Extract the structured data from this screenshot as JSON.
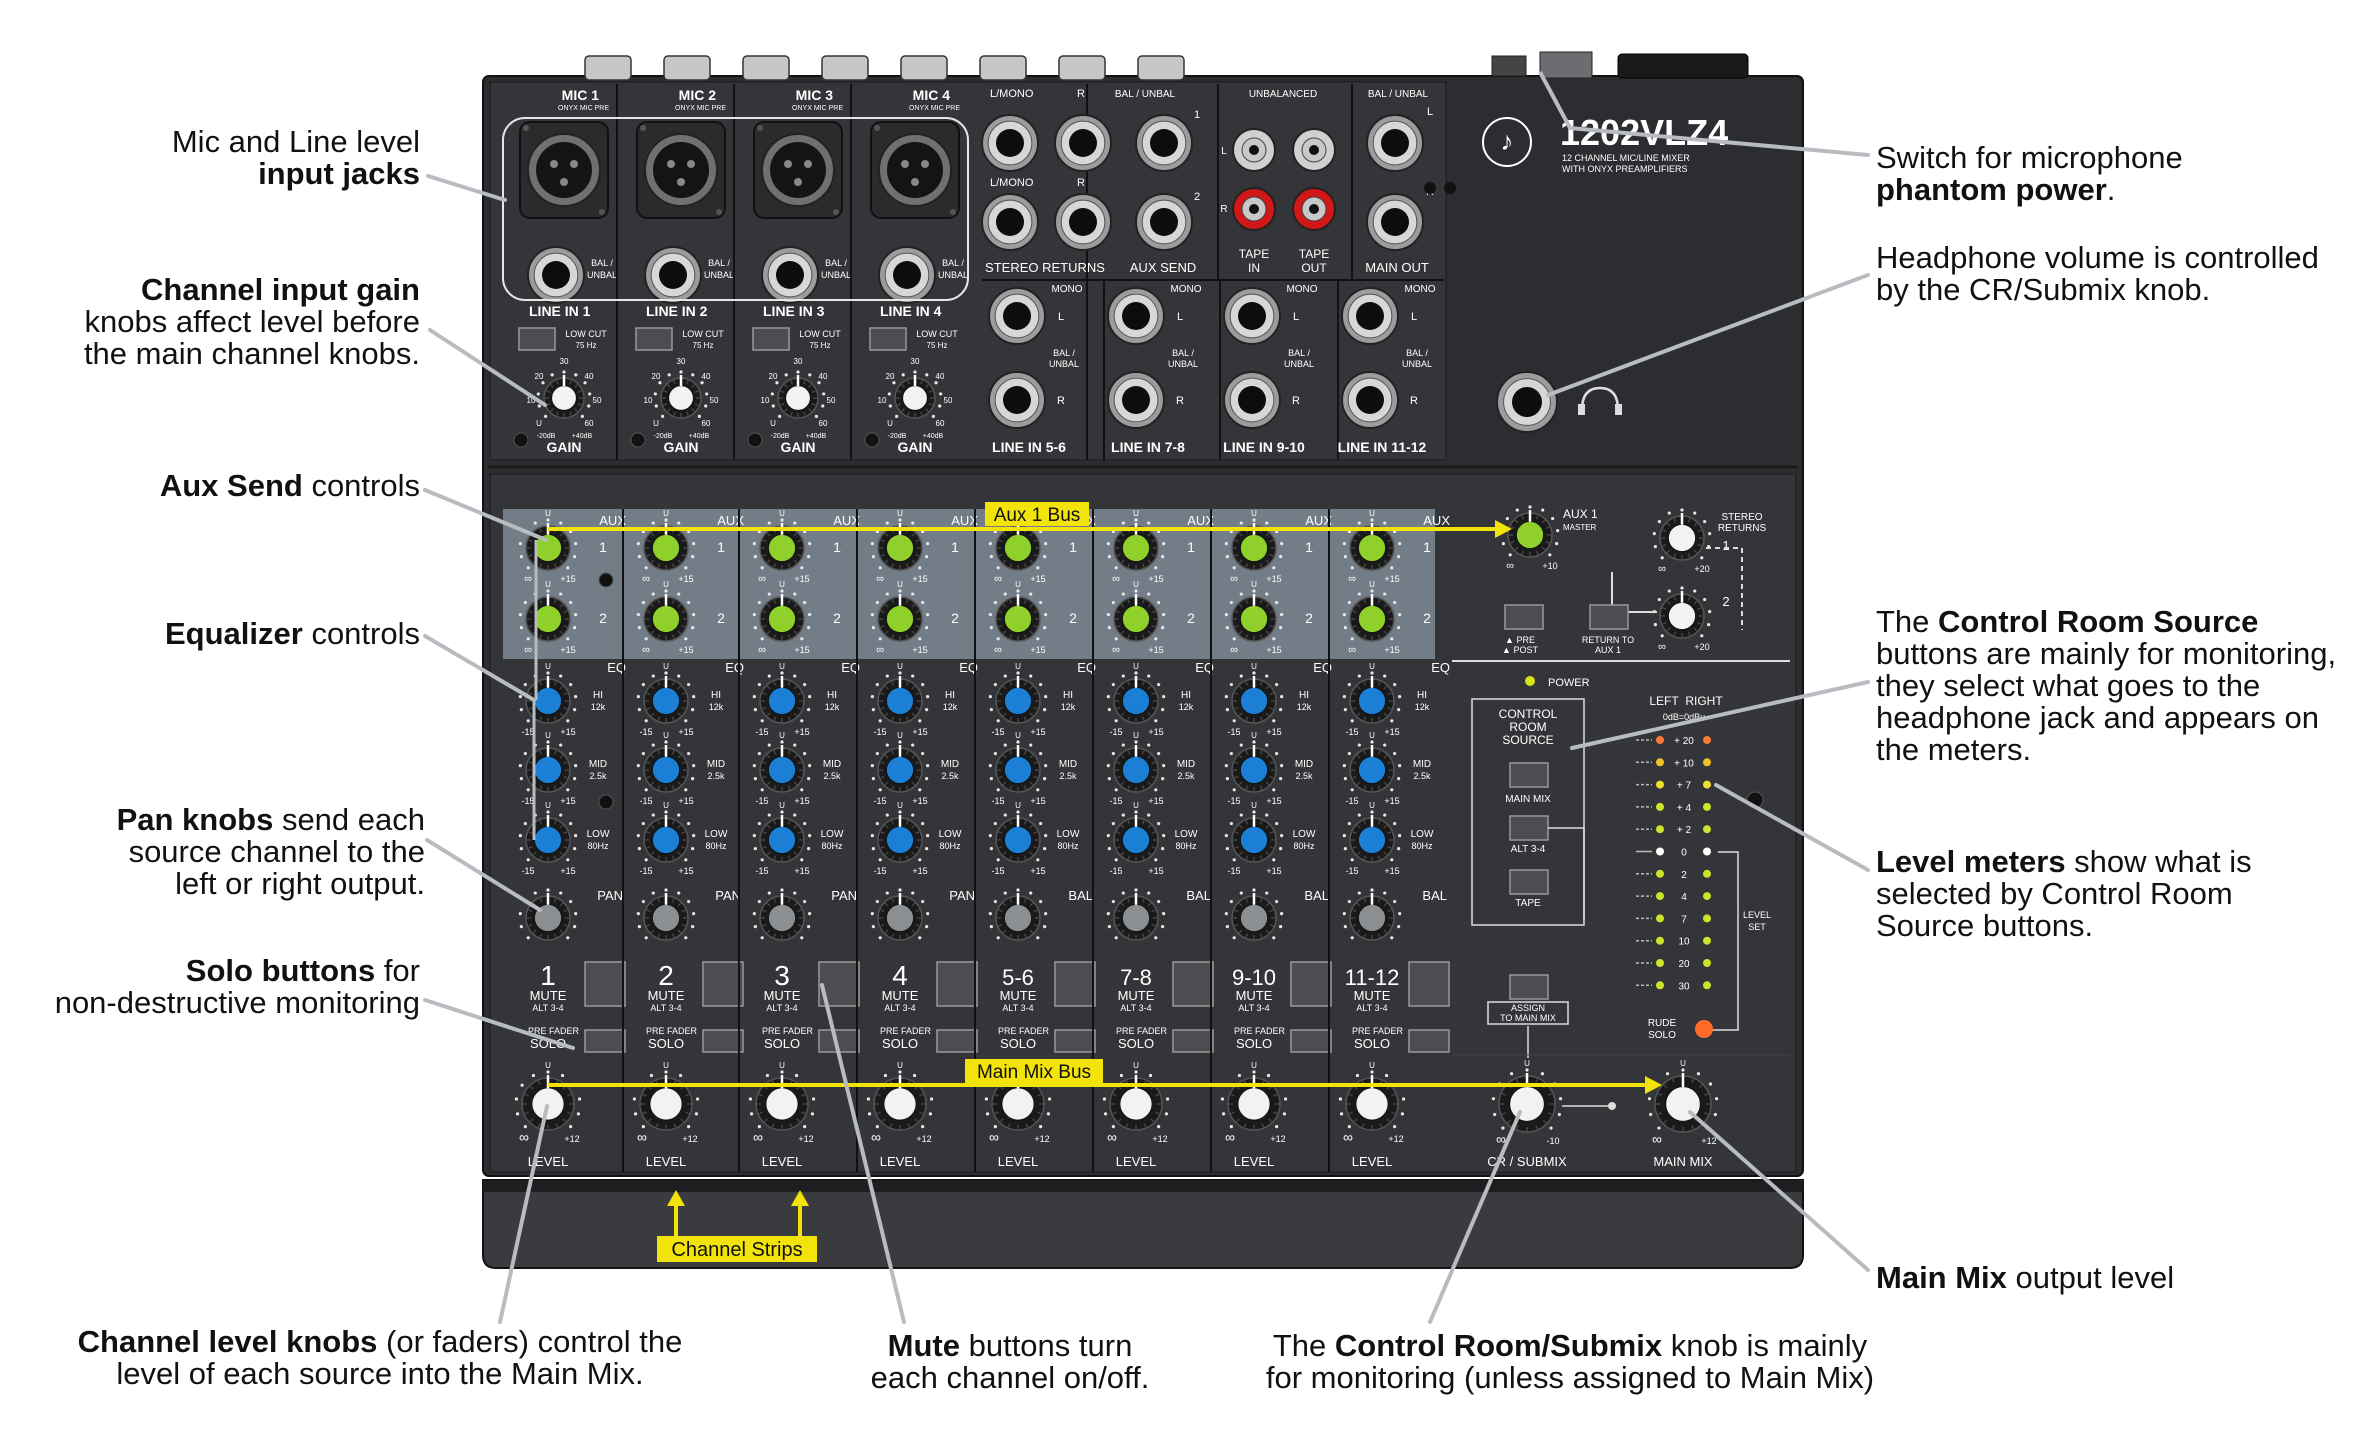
{
  "colors": {
    "panel": "#333538",
    "panel_dark": "#232426",
    "aux_band": "#8a96a3",
    "label": "#ffffff",
    "bus": "#f2e30b",
    "aux_knob": "#8fd12a",
    "eq_knob": "#1b7fd6",
    "pan_knob": "#8c8f92",
    "level_knob": "#f2f2f2",
    "rca_red": "#d11717"
  },
  "product": {
    "model": "1202VLZ4",
    "subtitle_1": "12 CHANNEL MIC/LINE MIXER",
    "subtitle_2": "WITH ONYX PREAMPLIFIERS",
    "power_label": "POWER"
  },
  "top_panel": {
    "mic_labels": [
      "MIC 1",
      "MIC 2",
      "MIC 3",
      "MIC 4"
    ],
    "mic_sub": "ONYX MIC PRE",
    "line_labels": [
      "LINE IN 1",
      "LINE IN 2",
      "LINE IN 3",
      "LINE IN 4"
    ],
    "bal_unbal": [
      "BAL /",
      "UNBAL"
    ],
    "low_cut": [
      "LOW CUT",
      "75 Hz"
    ],
    "gain_label": "GAIN",
    "gain_ticks": [
      "20",
      "30",
      "40",
      "10",
      "50",
      "U",
      "60"
    ],
    "gain_range": [
      "-20dB",
      "+40dB"
    ],
    "stereo_returns_header_1": "L/MONO",
    "stereo_returns_header_2": "L/MONO",
    "r_label": "R",
    "r_label_2": "R",
    "num_1": "1",
    "num_2": "2",
    "stereo_returns_label": "STEREO RETURNS",
    "aux_send_header": "BAL / UNBAL",
    "aux_send_label": "AUX SEND",
    "unbalanced_label": "UNBALANCED",
    "tape_in": [
      "TAPE",
      "IN"
    ],
    "tape_out": [
      "TAPE",
      "OUT"
    ],
    "main_out_header": "BAL / UNBAL",
    "main_out_label": "MAIN OUT",
    "lr": [
      "L",
      "R"
    ],
    "mono_label": "MONO",
    "stereo_line_labels": [
      "LINE IN 5-6",
      "LINE IN 7-8",
      "LINE IN 9-10",
      "LINE IN 11-12"
    ]
  },
  "strips": {
    "aux_label": "AUX",
    "eq_label": "EQ",
    "hi": [
      "HI",
      "12k"
    ],
    "mid": [
      "MID",
      "2.5k"
    ],
    "low": [
      "LOW",
      "80Hz"
    ],
    "aux_nums": [
      "1",
      "2"
    ],
    "pan_label": "PAN",
    "bal_label": "BAL",
    "names": [
      "1",
      "2",
      "3",
      "4",
      "5-6",
      "7-8",
      "9-10",
      "11-12"
    ],
    "mute": [
      "MUTE",
      "ALT 3-4"
    ],
    "pre_fader": "PRE FADER",
    "solo": "SOLO",
    "level": "LEVEL",
    "inf": "∞",
    "plus12": "+12",
    "plus15": "+15",
    "minus15": "-15",
    "u": "U"
  },
  "master": {
    "aux1": [
      "AUX 1",
      "MASTER"
    ],
    "stereo_returns": [
      "STEREO",
      "RETURNS"
    ],
    "pre_post": [
      "▲ PRE",
      "▲ POST"
    ],
    "return_to_aux": [
      "RETURN TO",
      "AUX 1"
    ],
    "control_room": [
      "CONTROL",
      "ROOM",
      "SOURCE"
    ],
    "cr_buttons": [
      "MAIN MIX",
      "ALT 3-4",
      "TAPE"
    ],
    "assign": [
      "ASSIGN",
      "TO MAIN MIX"
    ],
    "meter_header": [
      "LEFT",
      "RIGHT"
    ],
    "meter_ref": "0dB=0dBu",
    "meter_scale": [
      "20",
      "10",
      "7",
      "4",
      "2",
      "0",
      "2",
      "4",
      "7",
      "10",
      "20",
      "30"
    ],
    "level_set": [
      "LEVEL",
      "SET"
    ],
    "rude_solo": [
      "RUDE",
      "SOLO"
    ],
    "cr_submix": "CR / SUBMIX",
    "main_mix": "MAIN MIX",
    "minus10": "-10",
    "plus20": "+20",
    "plus10": "+10"
  },
  "bus_labels": {
    "aux": "Aux 1 Bus",
    "main": "Main Mix Bus",
    "strips": "Channel Strips"
  },
  "annotations": {
    "mic_line": [
      "Mic and Line level",
      "input jacks"
    ],
    "gain": [
      "Channel input gain",
      "knobs affect level before",
      "the main channel knobs."
    ],
    "aux_send": [
      "Aux Send",
      " controls"
    ],
    "eq": [
      "Equalizer",
      " controls"
    ],
    "pan": [
      "Pan knobs",
      " send each",
      "source channel to the",
      "left or right output."
    ],
    "solo": [
      "Solo buttons",
      " for",
      "non-destructive monitoring"
    ],
    "level": [
      "Channel level knobs",
      " (or faders) control the",
      "level of each source into the Main Mix."
    ],
    "mute": [
      "Mute",
      " buttons turn",
      "each channel on/off."
    ],
    "cr_submix": [
      "The ",
      "Control Room/Submix",
      " knob is mainly",
      "for monitoring (unless assigned to Main Mix)"
    ],
    "main_mix": [
      "Main Mix",
      " output level"
    ],
    "phantom": [
      "Switch for microphone",
      "phantom power",
      "."
    ],
    "headphone": [
      "Headphone volume is controlled",
      "by the CR/Submix knob."
    ],
    "cr_source": [
      "The ",
      "Control Room Source",
      "buttons are mainly for monitoring,",
      "they select what goes to the",
      "headphone jack and appears on",
      "the meters."
    ],
    "meters": [
      "Level meters",
      " show what is",
      "selected by Control Room",
      "Source buttons."
    ]
  }
}
